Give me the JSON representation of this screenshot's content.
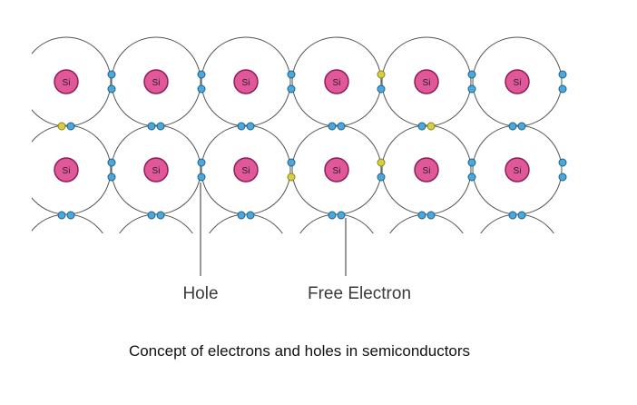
{
  "diagram": {
    "atom_label": "Si",
    "colors": {
      "nucleus_fill": "#e0579a",
      "nucleus_stroke": "#8e1d55",
      "orbit_stroke": "#555555",
      "electron_fill": "#4aa8dc",
      "electron_stroke": "#1f5f88",
      "hole_fill": "#d6cf3f",
      "hole_stroke": "#8a8420"
    },
    "callouts": {
      "hole": "Hole",
      "free_electron": "Free Electron"
    }
  },
  "caption": "Concept of electrons and holes in semiconductors"
}
